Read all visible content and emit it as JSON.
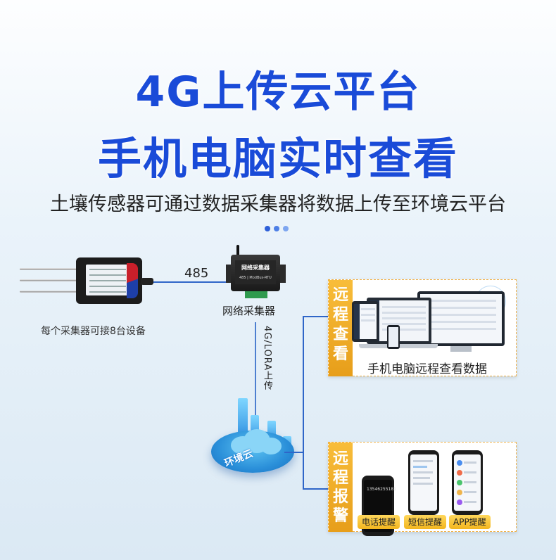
{
  "header": {
    "title_line1": "4G上传云平台",
    "title_line2": "手机电脑实时查看",
    "subtitle": "土壤传感器可通过数据采集器将数据上传至环境云平台"
  },
  "sensor": {
    "note": "每个采集器可接8台设备",
    "connection_label": "485",
    "icon": "soil-sensor-icon"
  },
  "collector": {
    "name": "网络采集器",
    "device_text": "网络采集器",
    "device_subtext": "485 | ModBus-RTU",
    "icon": "data-collector-icon"
  },
  "uplink": {
    "label": "4G/LORA上传"
  },
  "cloud": {
    "label": "环境云",
    "icon": "cloud-platform-icon"
  },
  "panels": [
    {
      "tab": "远程查看",
      "caption": "手机电脑远程查看数据",
      "icons": [
        "monitor-icon",
        "laptop-icon",
        "tablet-icon",
        "phone-icon"
      ]
    },
    {
      "tab": "远程报警",
      "badges": [
        "电话提醒",
        "短信提醒",
        "APP提醒"
      ],
      "icons": [
        "call-phone-icon",
        "sms-phone-icon",
        "app-phone-icon"
      ],
      "call_number": "13546255181"
    }
  ],
  "colors": {
    "title": "#1a4bd8",
    "accent": "#f3b61e",
    "line": "#2f66c8"
  }
}
